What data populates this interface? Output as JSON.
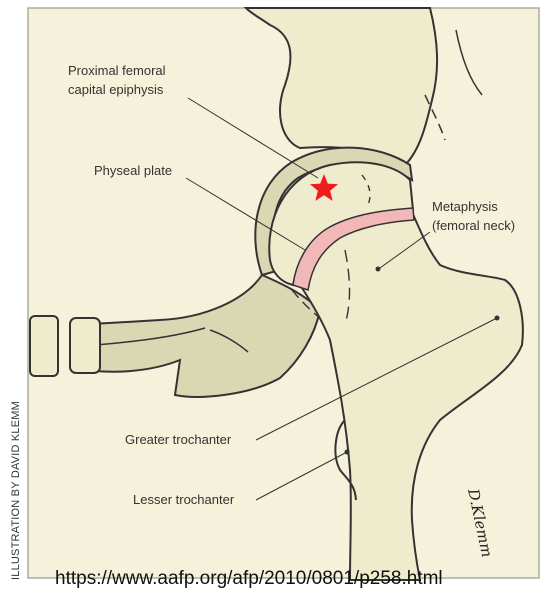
{
  "labels": {
    "epiphysis_line1": "Proximal femoral",
    "epiphysis_line2": "capital epiphysis",
    "physeal_plate": "Physeal plate",
    "metaphysis_line1": "Metaphysis",
    "metaphysis_line2": "(femoral neck)",
    "greater_trochanter": "Greater trochanter",
    "lesser_trochanter": "Lesser trochanter"
  },
  "credit": "ILLUSTRATION BY DAVID KLEMM",
  "signature": "D.Klemm",
  "source_url": "https://www.aafp.org/afp/2010/0801/p258.html",
  "colors": {
    "background": "#f5f1da",
    "bone": "#eeeccc",
    "bone_dark": "#d9d8b3",
    "physis": "#f2b8b8",
    "star": "#ee1c1c",
    "outline": "#333333"
  },
  "icons": {
    "marker": "red-star-icon"
  }
}
